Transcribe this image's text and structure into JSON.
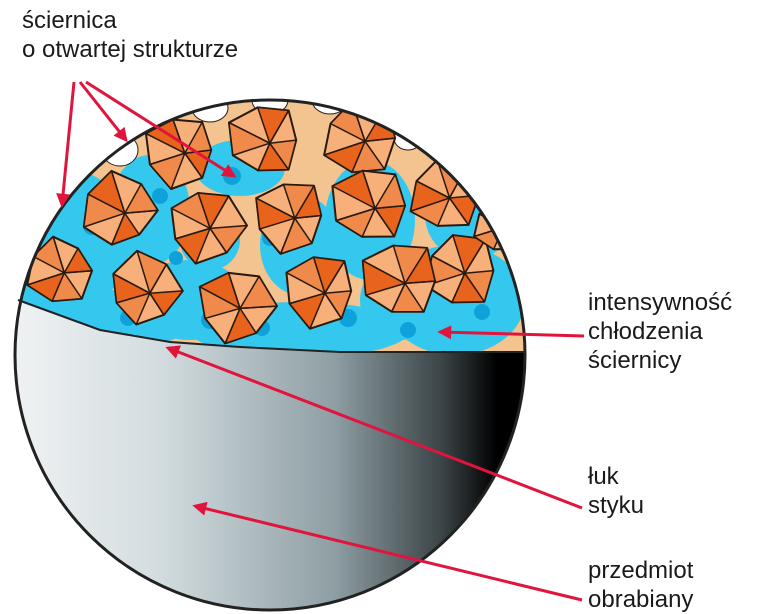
{
  "labels": {
    "open_structure_wheel": [
      "ściernica",
      "o otwartej strukturze"
    ],
    "cooling_intensity": [
      "intensywność",
      "chłodzenia",
      "ściernicy"
    ],
    "contact_arc": [
      "łuk",
      "styku"
    ],
    "workpiece": [
      "przedmiot",
      "obrabiany"
    ]
  },
  "colors": {
    "arrow": "#e0143c",
    "grain_light": "#f7b07a",
    "grain_dark": "#e8641c",
    "grain_outline": "#2a1a10",
    "bond": "#f3c48f",
    "coolant": "#35c8ee",
    "coolant_dark": "#0fa2da",
    "pore": "#ffffff",
    "workpiece_light": "#f2f4f5",
    "workpiece_dark": "#000000",
    "outline": "#222222"
  }
}
